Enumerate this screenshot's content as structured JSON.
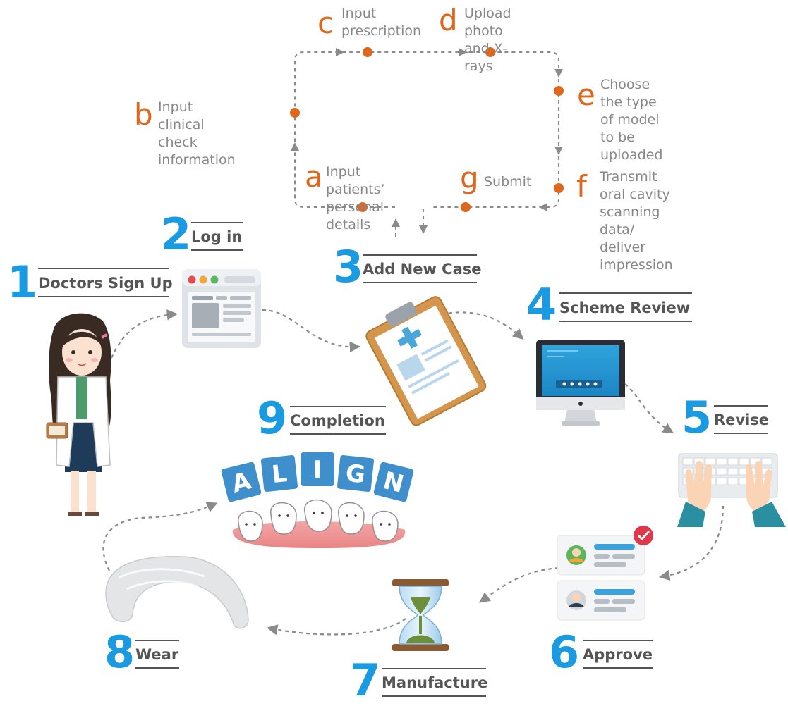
{
  "colors": {
    "accent_blue": "#1a9ae0",
    "accent_orange": "#e0661c",
    "label_dark": "#555555",
    "sub_label": "#888888",
    "arrow": "#8a8a8a"
  },
  "main_steps": [
    {
      "id": "1",
      "number": "1",
      "label": "Doctors Sign Up",
      "icon": "doctor-illustration"
    },
    {
      "id": "2",
      "number": "2",
      "label": "Log in",
      "icon": "browser-window-icon"
    },
    {
      "id": "3",
      "number": "3",
      "label": "Add New Case",
      "icon": "clipboard-icon"
    },
    {
      "id": "4",
      "number": "4",
      "label": "Scheme Review",
      "icon": "monitor-icon"
    },
    {
      "id": "5",
      "number": "5",
      "label": "Revise",
      "icon": "keyboard-hands-icon"
    },
    {
      "id": "6",
      "number": "6",
      "label": "Approve",
      "icon": "approval-cards-icon"
    },
    {
      "id": "7",
      "number": "7",
      "label": "Manufacture",
      "icon": "hourglass-icon"
    },
    {
      "id": "8",
      "number": "8",
      "label": "Wear",
      "icon": "aligner-icon"
    },
    {
      "id": "9",
      "number": "9",
      "label": "Completion",
      "icon": "align-teeth-icon"
    }
  ],
  "sub_steps": [
    {
      "letter": "a",
      "text": "Input patients’\npersonal details"
    },
    {
      "letter": "b",
      "text": "Input clinical\ncheck information"
    },
    {
      "letter": "c",
      "text": "Input\nprescription"
    },
    {
      "letter": "d",
      "text": "Upload photo\nand X-rays"
    },
    {
      "letter": "e",
      "text": "Choose the type of model\nto be uploaded"
    },
    {
      "letter": "f",
      "text": "Transmit oral cavity\nscanning data/\ndeliver impression"
    },
    {
      "letter": "g",
      "text": "Submit"
    }
  ],
  "align_letters": [
    "A",
    "L",
    "I",
    "G",
    "N"
  ]
}
